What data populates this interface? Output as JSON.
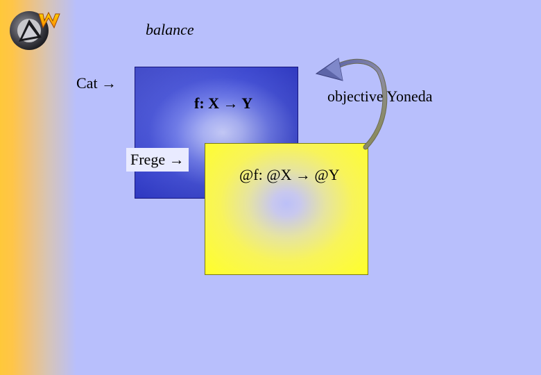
{
  "title": "balance",
  "labels": {
    "cat": "Cat →",
    "f": "f: X → Y",
    "frege": "Frege →",
    "af": "@f: @X → @Y",
    "objective_yoneda": "objective Yoneda"
  },
  "colors": {
    "background": "#b8bffc",
    "left_band": "#ffc83a",
    "blue_square": "#2e38c2",
    "yellow_square": "#ffff2a"
  },
  "icons": {
    "logo": "mathematica-logo-icon",
    "arrow": "curved-arrow-icon"
  }
}
